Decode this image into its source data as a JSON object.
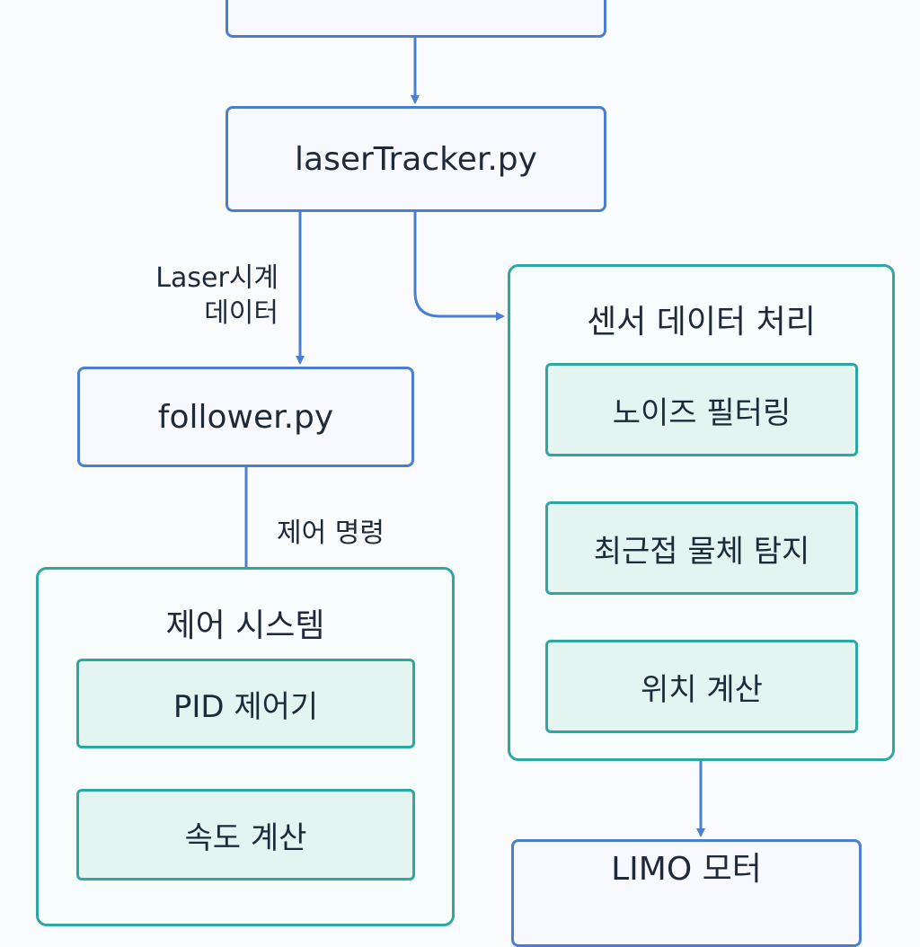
{
  "nodes": {
    "top_box": "",
    "laser_tracker": "laserTracker.py",
    "follower": "follower.py",
    "limo_motor": "LIMO 모터"
  },
  "edges": {
    "laser_data_line1": "Laser시계",
    "laser_data_line2": "데이터",
    "control_command": "제어 명령"
  },
  "sensor_group": {
    "title": "센서 데이터 처리",
    "steps": [
      "노이즈 필터링",
      "최근접 물체 탐지",
      "위치 계산"
    ]
  },
  "control_group": {
    "title": "제어 시스템",
    "steps": [
      "PID 제어기",
      "속도 계산"
    ]
  }
}
